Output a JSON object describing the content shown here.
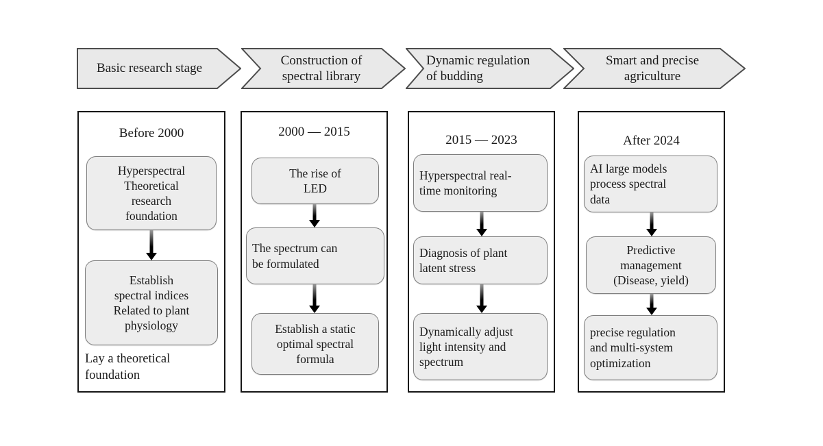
{
  "title": "Evolution of spectral research toward smart agriculture",
  "colors": {
    "chevron_fill": "#e9e9e9",
    "chevron_border": "#4d4d4d",
    "node_fill": "#ededed",
    "node_border": "#7e7e7e",
    "column_border": "#151515",
    "text": "#1a1a1a",
    "arrow": "#000000"
  },
  "stages": [
    {
      "chevron": "Basic research stage",
      "period": "Before 2000",
      "nodes": [
        "Hyperspectral\nTheoretical\nresearch\nfoundation",
        "Establish\nspectral indices\nRelated to plant\nphysiology"
      ],
      "footer": "Lay a theoretical\nfoundation"
    },
    {
      "chevron": "Construction of\nspectral library",
      "period": "2000 — 2015",
      "nodes": [
        "The rise of\nLED",
        "The spectrum can\nbe formulated",
        "Establish a static\noptimal spectral\nformula"
      ]
    },
    {
      "chevron": "Dynamic regulation\nof budding",
      "period": "2015 — 2023",
      "nodes": [
        "Hyperspectral real-\ntime monitoring",
        "Diagnosis of plant\nlatent stress",
        "Dynamically adjust\nlight intensity and\nspectrum"
      ]
    },
    {
      "chevron": "Smart and precise\nagriculture",
      "period": "After 2024",
      "nodes": [
        "AI large models\nprocess spectral\ndata",
        "Predictive\nmanagement\n(Disease, yield)",
        "precise regulation\nand multi-system\noptimization"
      ]
    }
  ]
}
